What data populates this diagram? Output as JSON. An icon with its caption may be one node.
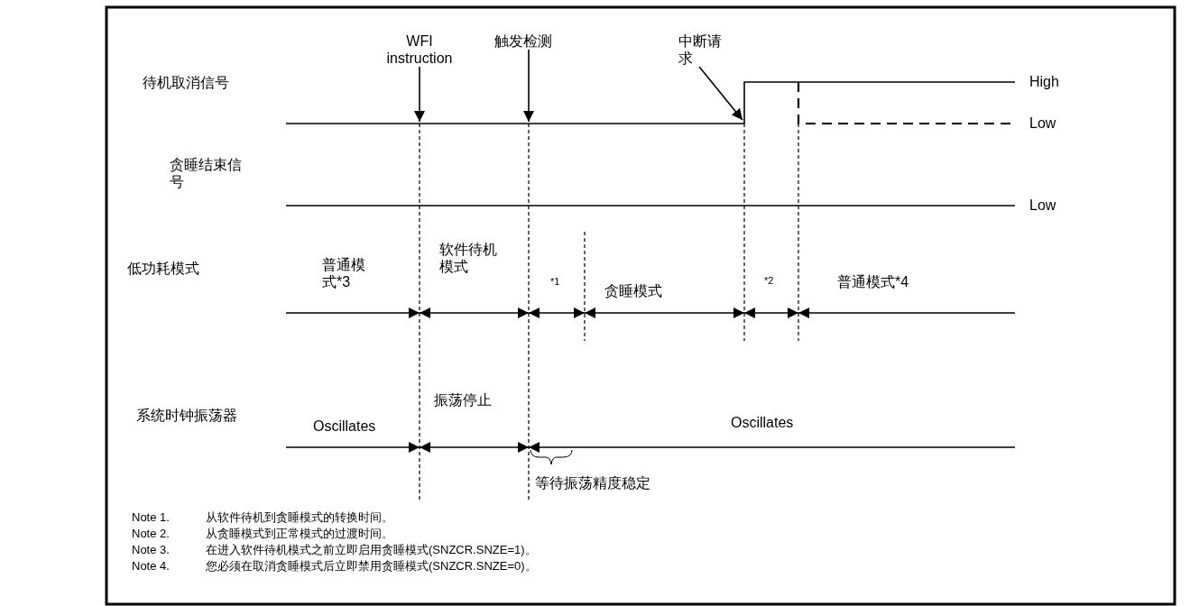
{
  "diagram": {
    "nodes": [
      {
        "text": [
          "WFI instruction"
        ]
      },
      {
        "text": [
          "触发检测"
        ]
      },
      {
        "text": [
          "中断请求"
        ]
      }
    ],
    "edges": [
      {
        "from": 0,
        "to": null,
        "arrow": "to"
      },
      {
        "from": 1,
        "to": null,
        "arrow": "to"
      },
      {
        "from": 2,
        "to": null,
        "arrow": "to"
      }
    ],
    "labels": [
      "待机取消信号",
      "High",
      "Low",
      "贪睡结束信号",
      "Low",
      "低功耗模式",
      "普通模式*3",
      "软件待机模式",
      "*1",
      "贪睡模式",
      "*2",
      "普通模式*4",
      "系统时钟振荡器",
      "Oscillates",
      "振荡停止",
      "Oscillates",
      "等待振荡精度稳定",
      "Note 1.",
      "从软件待机到贪睡模式的转换时间。",
      "Note 2.",
      "从贪睡模式到正常模式的过渡时间。",
      "Note 3.",
      "在进入软件待机模式之前立即启用贪睡模式(SNZCR.SNZE=1)。",
      "Note 4.",
      "您必须在取消贪睡模式后立即禁用贪睡模式(SNZCR.SNZE=0)。"
    ]
  }
}
